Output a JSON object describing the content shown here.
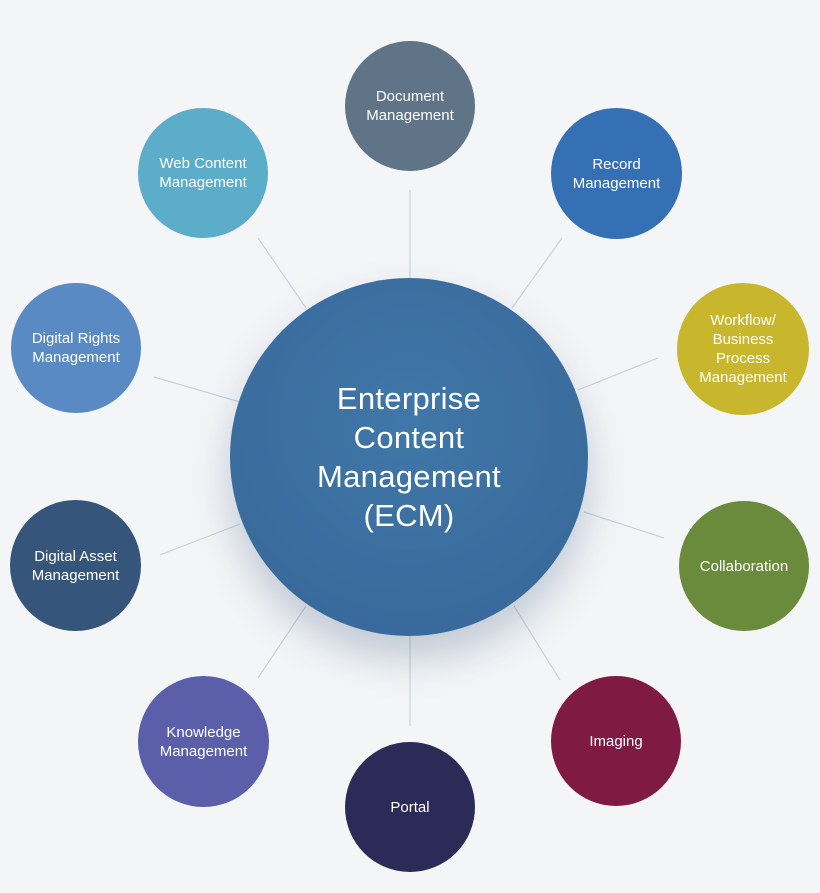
{
  "hub": {
    "label": "Enterprise\nContent\nManagement\n(ECM)",
    "color": "#3a6b9d"
  },
  "nodes": [
    {
      "id": "document-management",
      "label": "Document\nManagement",
      "color": "#5f7487"
    },
    {
      "id": "record-management",
      "label": "Record\nManagement",
      "color": "#3570b5"
    },
    {
      "id": "workflow-bpm",
      "label": "Workflow/\nBusiness\nProcess\nManagement",
      "color": "#c8b72d"
    },
    {
      "id": "collaboration",
      "label": "Collaboration",
      "color": "#6a8a3c"
    },
    {
      "id": "imaging",
      "label": "Imaging",
      "color": "#7f1a42"
    },
    {
      "id": "portal",
      "label": "Portal",
      "color": "#2c2b58"
    },
    {
      "id": "knowledge-management",
      "label": "Knowledge\nManagement",
      "color": "#5b5ea8"
    },
    {
      "id": "digital-asset-management",
      "label": "Digital Asset\nManagement",
      "color": "#36557a"
    },
    {
      "id": "digital-rights-management",
      "label": "Digital Rights\nManagement",
      "color": "#5a8ac3"
    },
    {
      "id": "web-content-management",
      "label": "Web Content\nManagement",
      "color": "#5cadc9"
    }
  ]
}
